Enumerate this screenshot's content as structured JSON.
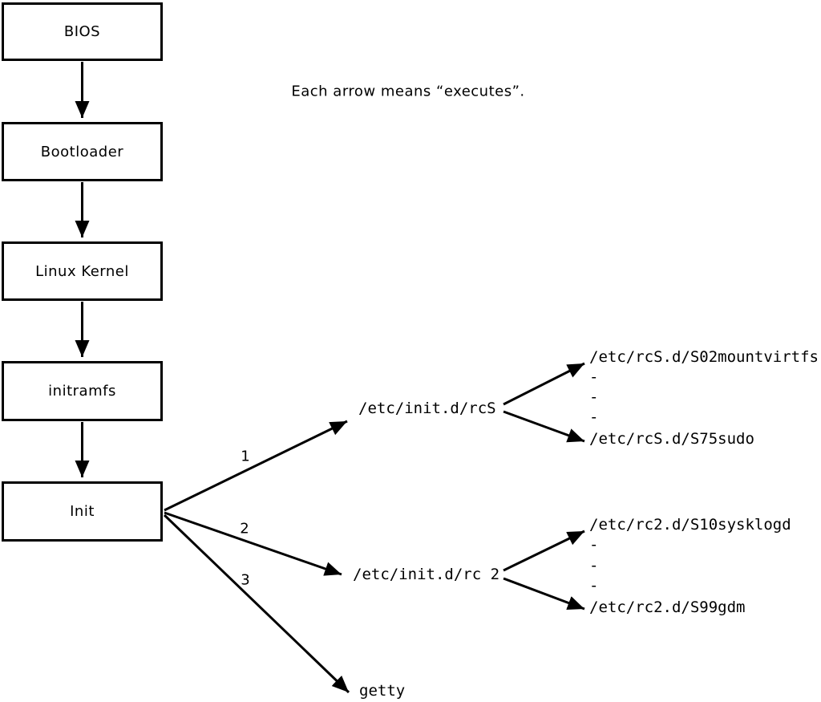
{
  "caption": "Each arrow means “executes”.",
  "chain": {
    "bios": "BIOS",
    "bootloader": "Bootloader",
    "kernel": "Linux Kernel",
    "initramfs": "initramfs",
    "init": "Init"
  },
  "arrow_numbers": {
    "n1": "1",
    "n2": "2",
    "n3": "3"
  },
  "rcs_branch": {
    "script": "/etc/init.d/rcS",
    "first": "/etc/rcS.d/S02mountvirtfs",
    "dashes": [
      "-",
      "-",
      "-"
    ],
    "last": "/etc/rcS.d/S75sudo"
  },
  "rc2_branch": {
    "script": "/etc/init.d/rc 2",
    "first": "/etc/rc2.d/S10sysklogd",
    "dashes": [
      "-",
      "-",
      "-"
    ],
    "last": "/etc/rc2.d/S99gdm"
  },
  "getty": "getty",
  "colors": {
    "ink": "#000000",
    "background": "#ffffff"
  }
}
